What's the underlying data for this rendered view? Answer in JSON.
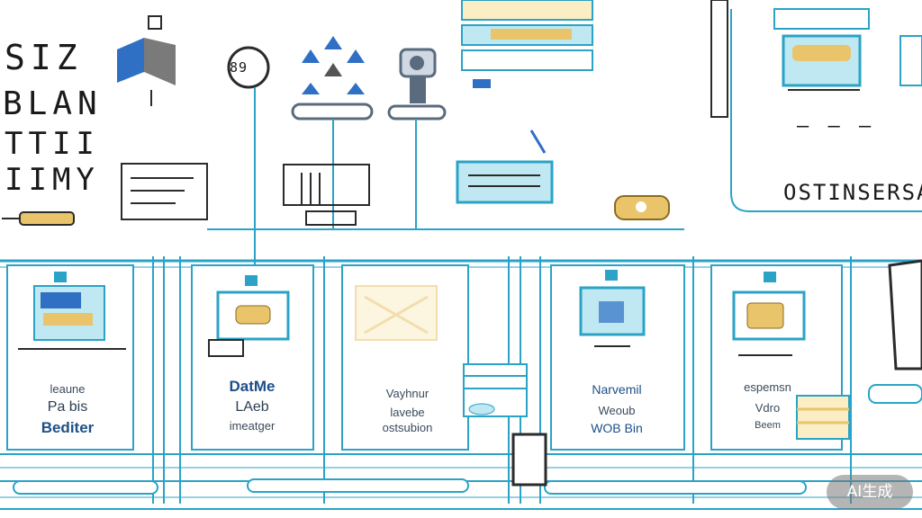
{
  "colors": {
    "primary_line": "#2aa3c7",
    "dark_line": "#2b2b2b",
    "accent_gold": "#e9c46a",
    "accent_blue": "#2f6fc4",
    "light_teal": "#bfe8f2"
  },
  "top_glyphs": {
    "row1": "SIZ",
    "row2": "BLAN",
    "row3": "TTII",
    "row4": "IIMY"
  },
  "top_right_caption": "OSTINSERSA",
  "top_right_dashes": "— — —",
  "node_icon_label": "89",
  "panels": [
    {
      "line1": "leaune",
      "line2": "Pa bis",
      "line3": "Bediter"
    },
    {
      "line1": "DatMe",
      "line2": "LAeb",
      "line3": "imeatger"
    },
    {
      "line1": "Vayhnur",
      "line2": "lavebe",
      "line3": "ostsubion"
    },
    {
      "line1": "Narvemil",
      "line2": "Weoub",
      "line3": "WOB Bin"
    },
    {
      "line1": "espemsn",
      "line2": "Vdro",
      "line3": "Beem"
    }
  ],
  "badge_text": "AI生成"
}
